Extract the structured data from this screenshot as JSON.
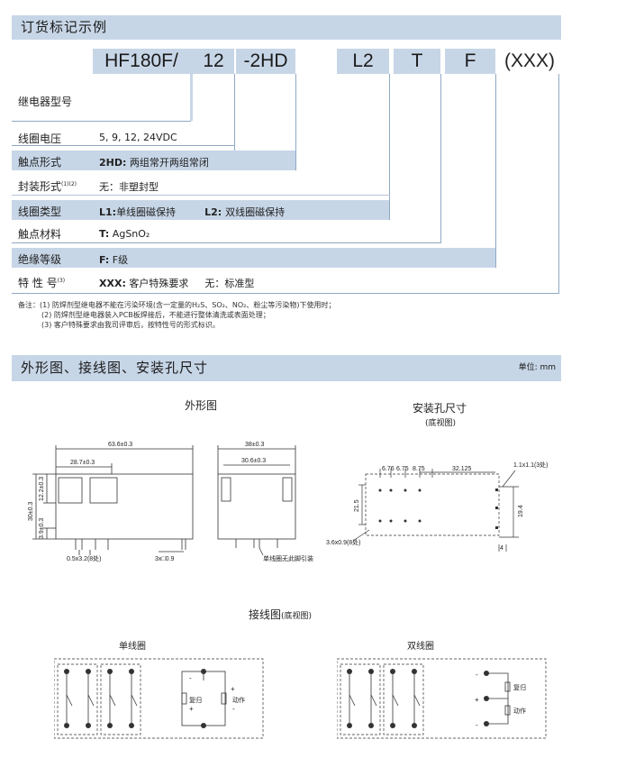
{
  "order": {
    "title": "订货标记示例",
    "codes": [
      "HF180F/",
      "12",
      "-2HD",
      "L2",
      "T",
      "F",
      "(XXX)"
    ],
    "rows": [
      {
        "label": "继电器型号",
        "value": ""
      },
      {
        "label": "线圈电压",
        "value": "5, 9, 12, 24VDC"
      },
      {
        "label": "触点形式",
        "bold": "2HD:",
        "value": " 两组常开两组常闭"
      },
      {
        "label": "封装形式",
        "sup": "(1)(2)",
        "value": "无：非塑封型"
      },
      {
        "label": "线圈类型",
        "bold": "L1:",
        "value": "单线圈磁保持",
        "bold2": "L2:",
        "value2": "双线圈磁保持"
      },
      {
        "label": "触点材料",
        "bold": "T:",
        "value": " AgSnO₂"
      },
      {
        "label": "绝缘等级",
        "bold": "F:",
        "value": " F级"
      },
      {
        "label": "特 性 号",
        "sup": "(3)",
        "bold": "XXX:",
        "value": " 客户特殊要求",
        "value2": "无：标准型"
      }
    ],
    "notes": [
      "备注：(1) 防焊剂型继电器不能在污染环境(含一定量的H₂S、SO₂、NO₂、粉尘等污染物)下使用时；",
      "(2) 防焊剂型继电器装入PCB板焊接后，不能进行整体清洗或表面处理；",
      "(3) 客户特殊要求由我司评审后，按特性号的形式标识。"
    ]
  },
  "dims": {
    "title": "外形图、接线图、安装孔尺寸",
    "unit": "单位: mm",
    "outline_caption": "外形图",
    "mount_caption": "安装孔尺寸",
    "mount_sub": "(底视图)",
    "wiring_caption": "接线图",
    "wiring_sub": "(底视图)",
    "single_caption": "单线圈",
    "double_caption": "双线圈",
    "d_63": "63.6±0.3",
    "d_287": "28.7±0.3",
    "d_30": "30±0.3",
    "d_12": "12.2±0.3",
    "d_39": "3.9±0.3",
    "d_05": "0.5x3.2(8处)",
    "d_3x": "3x□0.9",
    "d_38": "38±0.3",
    "d_306": "30.6±0.3",
    "d_note": "单线圈无此脚引装",
    "h_676a": "6.76",
    "h_676b": "6.75",
    "h_875": "8.75",
    "h_32": "32.125",
    "h_11": "1.1x1.1(3处)",
    "h_215": "21.5",
    "h_194": "19.4",
    "h_36": "3.6x0.9(8处)",
    "h_4": "4",
    "w_reset": "复归",
    "w_act": "动作",
    "w_plus": "+",
    "w_minus": "-"
  }
}
